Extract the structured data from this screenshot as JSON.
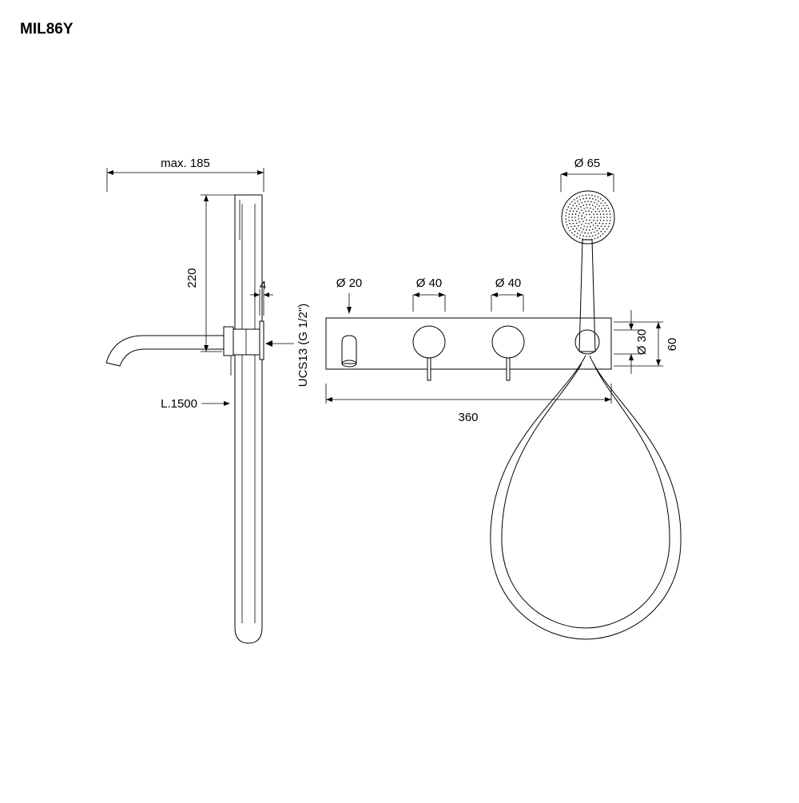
{
  "title": "MIL86Y",
  "dimensions": {
    "max_width": "max. 185",
    "height": "220",
    "wall_offset": "4",
    "connection": "UCS13 (G 1/2\")",
    "hose_length": "L.1500",
    "spout_diameter": "Ø 20",
    "handle1_diameter": "Ø 40",
    "handle2_diameter": "Ø 40",
    "head_diameter": "Ø 65",
    "holder_diameter": "Ø 30",
    "plate_height": "60",
    "plate_width": "360"
  }
}
